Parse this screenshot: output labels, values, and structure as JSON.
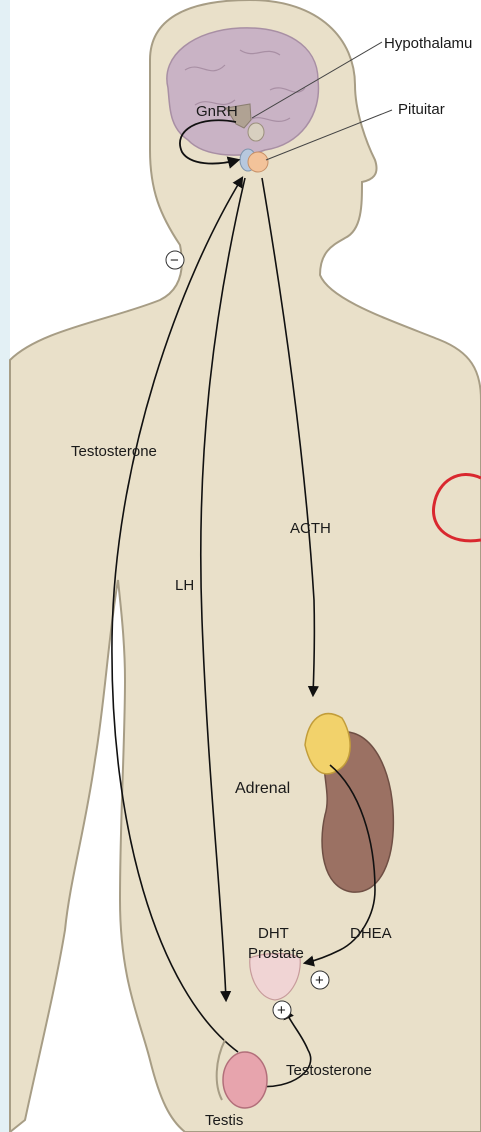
{
  "labels": {
    "hypothalamus": "Hypothalamu",
    "pituitary": "Pituitar",
    "gnrh": "GnRH",
    "minus": "−",
    "testosterone_top": "Testosterone",
    "lh": "LH",
    "acth": "ACTH",
    "adrenal": "Adrenal",
    "dht": "DHT",
    "prostate": "Prostate",
    "dhea": "DHEA",
    "plus_prostate": "+",
    "plus_testis": "+",
    "testosterone_bottom": "Testosterone",
    "testis": "Testis"
  },
  "colors": {
    "background_stripe": "#e3f0f5",
    "body_fill": "#e9e0c9",
    "body_outline": "#a79d85",
    "brain": "#c9b3c5",
    "hypothalamus": "#b0a293",
    "pituitary_anterior": "#f3c39a",
    "pituitary_posterior": "#b7c8de",
    "adrenal_gland": "#f2d26b",
    "kidney": "#9b7163",
    "prostate": "#f0d4d4",
    "testis": "#e7a4ad",
    "annotation_circle": "#d9282f"
  }
}
